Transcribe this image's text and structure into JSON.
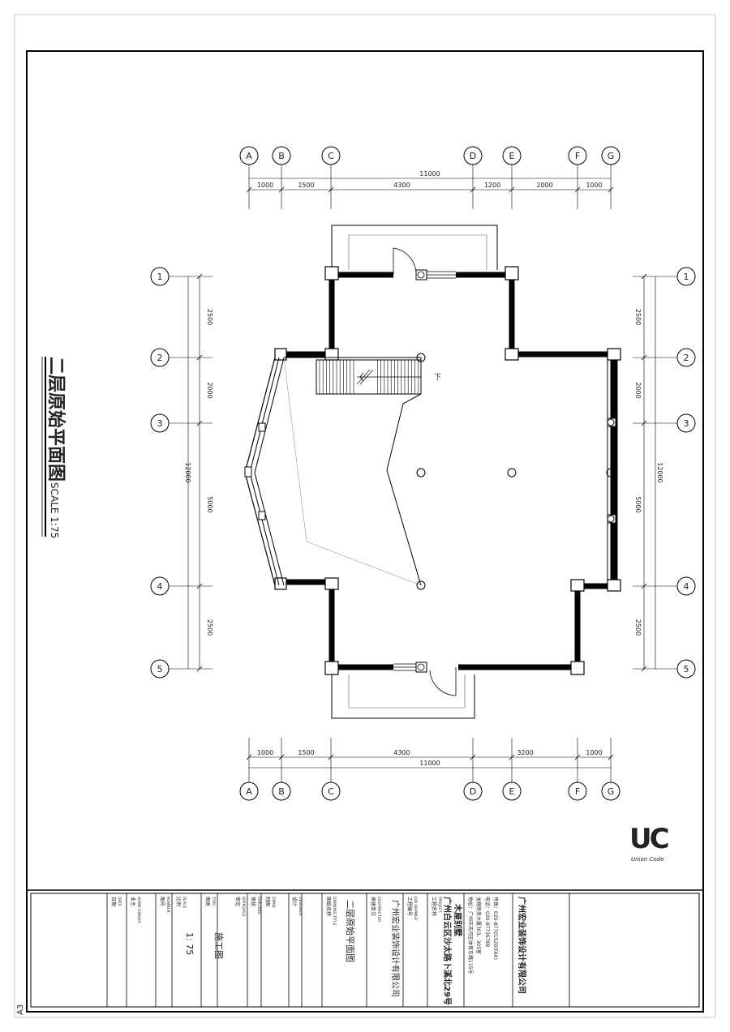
{
  "sheet": {
    "size_tag": "A3"
  },
  "drawing_title": {
    "main": "二层原始平面图",
    "scale": "SCALE 1:75"
  },
  "grid_letters": [
    "A",
    "B",
    "C",
    "D",
    "E",
    "F",
    "G"
  ],
  "grid_numbers": [
    "1",
    "2",
    "3",
    "4",
    "5"
  ],
  "dims_top": {
    "total": "11000",
    "segments": [
      "1000",
      "1500",
      "4300",
      "1200",
      "2000",
      "1000"
    ]
  },
  "dims_bottom": {
    "total": "11000",
    "segments": [
      "1000",
      "1500",
      "4300",
      "3200",
      "1000"
    ]
  },
  "dims_left": {
    "total": "12000",
    "segments": [
      "2500",
      "2000",
      "5000",
      "2500"
    ]
  },
  "dims_right": {
    "total": "12000",
    "segments": [
      "2500",
      "2000",
      "5000",
      "2500"
    ]
  },
  "stair_label": "下",
  "logo": {
    "mark": "UC",
    "name": "Union Code"
  },
  "title_block": {
    "company": "广州宏业装饰设计有限公司",
    "address": "地址：广州市天河区体育东路115号",
    "address2": "龙翔商务大厦303、305室",
    "phone": "电话：020-87726788",
    "fax": "传真：020-87701520(FAX)",
    "project_label": "工程名称",
    "project_label_en": "PROJECT",
    "project_name": "广州白云区沙太路卜溪北29号",
    "project_name2": "木屋别墅",
    "job_label": "工程编号",
    "job_label_en": "JOB NUMBER",
    "contractor_label": "承建单位",
    "contractor_label_en": "CONTRACTOR",
    "contractor_value": "广州宏业装饰设计有限公司",
    "drawing_title_label": "图纸名称",
    "drawing_title_label_en": "DRAWING TITLE",
    "drawing_title_value": "二层原始平面图",
    "designer_label": "设计",
    "designer_label_en": "DESIGNER",
    "draw_label": "制图",
    "draw_label_en": "DRAW",
    "check_label": "审核",
    "check_label_en": "CHECKED",
    "approved_label": "审定",
    "approved_label_en": "APPROVED",
    "type_label": "图类",
    "type_label_en": "TYPE",
    "type_value": "施工图",
    "scale_label": "比例",
    "scale_label_en": "SCALE",
    "scale_value": "1: 75",
    "number_label": "图号",
    "number_label_en": "NUMBER",
    "owner_label": "业主",
    "owner_label_en": "HOME OWNER",
    "date_label": "日期",
    "date_label_en": "DATE"
  }
}
